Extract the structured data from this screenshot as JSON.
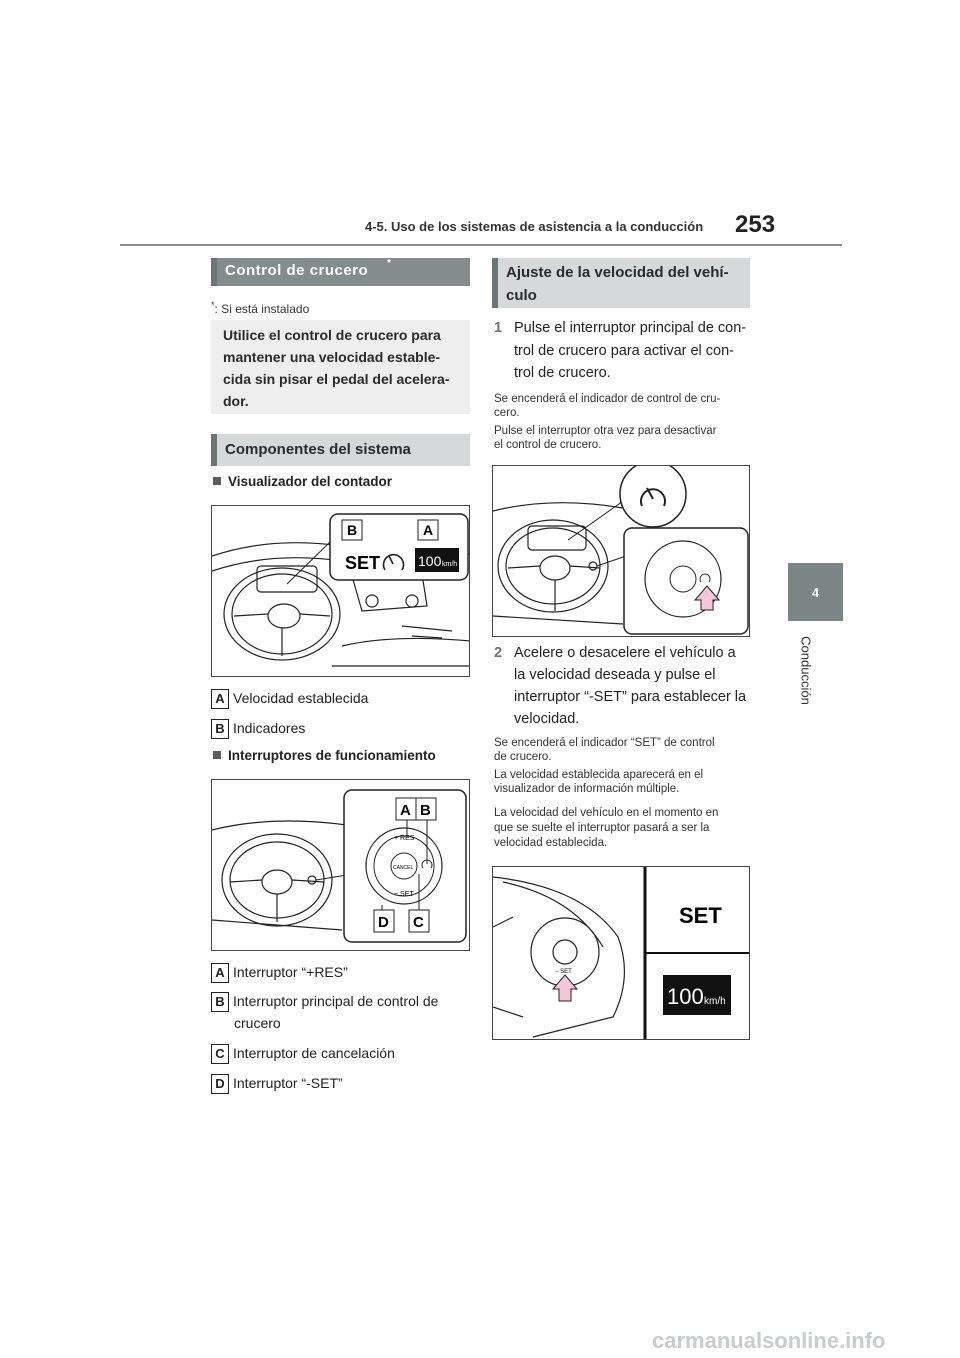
{
  "header": {
    "section_title": "4-5. Uso de los sistemas de asistencia a la conducción",
    "page_number": "253"
  },
  "side_tab": {
    "chapter_number": "4",
    "chapter_label": "Conducción"
  },
  "left": {
    "heading": "Control de crucero",
    "heading_mark": "*",
    "footnote_mark": "*",
    "footnote": ": Si está instalado"
  },
  "middle": {
    "intro": "Utilice el control de crucero para mantener una velocidad estable-cida sin pisar el pedal del acelera-dor.",
    "components_heading": "Componentes del sistema",
    "sub1": "Visualizador del contador",
    "fig1": {
      "label_a": "A",
      "label_b": "B",
      "set_text": "SET",
      "speed_text": "100",
      "speed_unit": "km/h"
    },
    "legend1": [
      {
        "letter": "A",
        "text": "Velocidad establecida"
      },
      {
        "letter": "B",
        "text": "Indicadores"
      }
    ],
    "sub2": "Interruptores de funcionamiento",
    "fig2": {
      "label_a": "A",
      "label_b": "B",
      "label_c": "C",
      "label_d": "D",
      "res": "+ RES",
      "cancel": "CANCEL",
      "set": "− SET"
    },
    "legend2": [
      {
        "letter": "A",
        "text": "Interruptor “+RES”"
      },
      {
        "letter": "B",
        "text": "Interruptor principal de control de",
        "text2": "crucero"
      },
      {
        "letter": "C",
        "text": "Interruptor de cancelación"
      },
      {
        "letter": "D",
        "text": "Interruptor “-SET”"
      }
    ]
  },
  "right": {
    "heading_line1": "Ajuste de la velocidad del vehí-",
    "heading_line2": "culo",
    "step1": {
      "num": "1",
      "l1": "Pulse el interruptor principal de con-",
      "l2": "trol de crucero para activar el con-",
      "l3": "trol de crucero."
    },
    "note1a_l1": "Se encenderá el indicador de control de cru-",
    "note1a_l2": "cero.",
    "note1b_l1": "Pulse el interruptor otra vez para desactivar",
    "note1b_l2": "el control de crucero.",
    "step2": {
      "num": "2",
      "l1": "Acelere o desacelere el vehículo a",
      "l2": "la velocidad deseada y pulse el",
      "l3": "interruptor “-SET” para establecer la",
      "l4": "velocidad."
    },
    "note2a_l1": "Se encenderá el indicador “SET” de control",
    "note2a_l2": "de crucero.",
    "note2b_l1": "La velocidad establecida aparecerá en el",
    "note2b_l2": "visualizador de información múltiple.",
    "note2c_l1": "La velocidad del vehículo en el momento en",
    "note2c_l2": "que se suelte el interruptor pasará a ser la",
    "note2c_l3": "velocidad establecida.",
    "fig4": {
      "set_text": "SET",
      "speed_text": "100",
      "speed_unit": "km/h",
      "switch_label": "− SET"
    }
  },
  "watermark": "carmanualsonline.info"
}
